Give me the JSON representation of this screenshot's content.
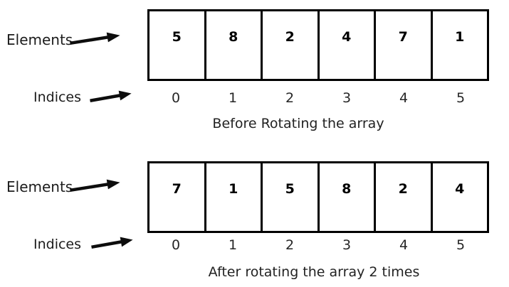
{
  "colors": {
    "background": "#ffffff",
    "border": "#000000",
    "text": "#1c1c1c",
    "arrow": "#0d0d0d"
  },
  "sections": [
    {
      "elements_label": "Elements",
      "indices_label": "Indices",
      "values": [
        "5",
        "8",
        "2",
        "4",
        "7",
        "1"
      ],
      "indices": [
        "0",
        "1",
        "2",
        "3",
        "4",
        "5"
      ],
      "caption": "Before Rotating the array"
    },
    {
      "elements_label": "Elements",
      "indices_label": "Indices",
      "values": [
        "7",
        "1",
        "5",
        "8",
        "2",
        "4"
      ],
      "indices": [
        "0",
        "1",
        "2",
        "3",
        "4",
        "5"
      ],
      "caption": "After rotating the array 2 times"
    }
  ]
}
